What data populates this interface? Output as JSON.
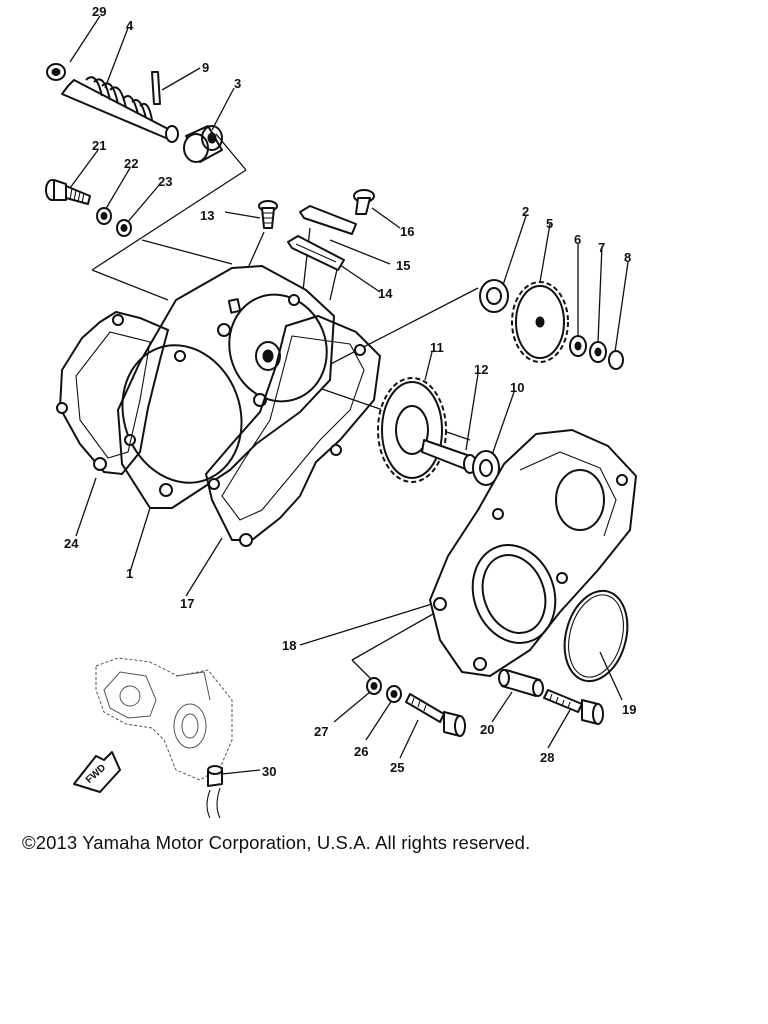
{
  "copyright": "©2013 Yamaha Motor Corporation, U.S.A. All rights reserved.",
  "fwd_label": "FWD",
  "callouts": [
    "29",
    "4",
    "9",
    "3",
    "21",
    "22",
    "23",
    "13",
    "16",
    "15",
    "14",
    "2",
    "5",
    "6",
    "7",
    "8",
    "11",
    "12",
    "10",
    "24",
    "1",
    "17",
    "18",
    "19",
    "27",
    "26",
    "25",
    "20",
    "28",
    "30"
  ]
}
